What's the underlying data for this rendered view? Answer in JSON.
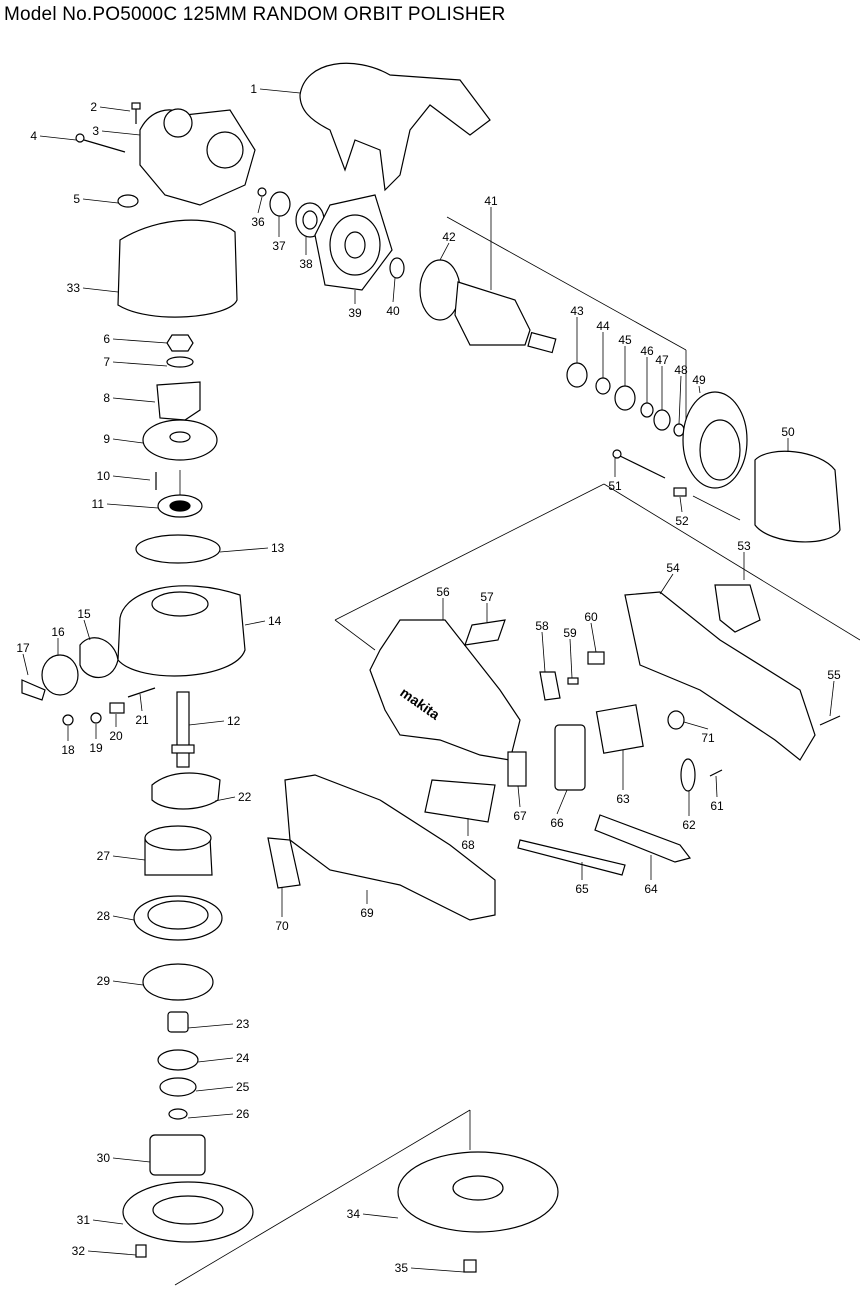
{
  "title": "Model No.PO5000C 125MM RANDOM ORBIT POLISHER",
  "parts": [
    {
      "no": "1"
    },
    {
      "no": "2"
    },
    {
      "no": "3"
    },
    {
      "no": "4"
    },
    {
      "no": "5"
    },
    {
      "no": "6"
    },
    {
      "no": "7"
    },
    {
      "no": "8"
    },
    {
      "no": "9"
    },
    {
      "no": "10"
    },
    {
      "no": "11"
    },
    {
      "no": "12"
    },
    {
      "no": "13"
    },
    {
      "no": "14"
    },
    {
      "no": "15"
    },
    {
      "no": "16"
    },
    {
      "no": "17"
    },
    {
      "no": "18"
    },
    {
      "no": "19"
    },
    {
      "no": "20"
    },
    {
      "no": "21"
    },
    {
      "no": "22"
    },
    {
      "no": "23"
    },
    {
      "no": "24"
    },
    {
      "no": "25"
    },
    {
      "no": "26"
    },
    {
      "no": "27"
    },
    {
      "no": "28"
    },
    {
      "no": "29"
    },
    {
      "no": "30"
    },
    {
      "no": "31"
    },
    {
      "no": "32"
    },
    {
      "no": "33"
    },
    {
      "no": "34"
    },
    {
      "no": "35"
    },
    {
      "no": "36"
    },
    {
      "no": "37"
    },
    {
      "no": "38"
    },
    {
      "no": "39"
    },
    {
      "no": "40"
    },
    {
      "no": "41"
    },
    {
      "no": "42"
    },
    {
      "no": "43"
    },
    {
      "no": "44"
    },
    {
      "no": "45"
    },
    {
      "no": "46"
    },
    {
      "no": "47"
    },
    {
      "no": "48"
    },
    {
      "no": "49"
    },
    {
      "no": "50"
    },
    {
      "no": "51"
    },
    {
      "no": "52"
    },
    {
      "no": "53"
    },
    {
      "no": "54"
    },
    {
      "no": "55"
    },
    {
      "no": "56"
    },
    {
      "no": "57"
    },
    {
      "no": "58"
    },
    {
      "no": "59"
    },
    {
      "no": "60"
    },
    {
      "no": "61"
    },
    {
      "no": "62"
    },
    {
      "no": "63"
    },
    {
      "no": "64"
    },
    {
      "no": "65"
    },
    {
      "no": "66"
    },
    {
      "no": "67"
    },
    {
      "no": "68"
    },
    {
      "no": "69"
    },
    {
      "no": "70"
    },
    {
      "no": "71"
    }
  ],
  "logo_text": "makita"
}
